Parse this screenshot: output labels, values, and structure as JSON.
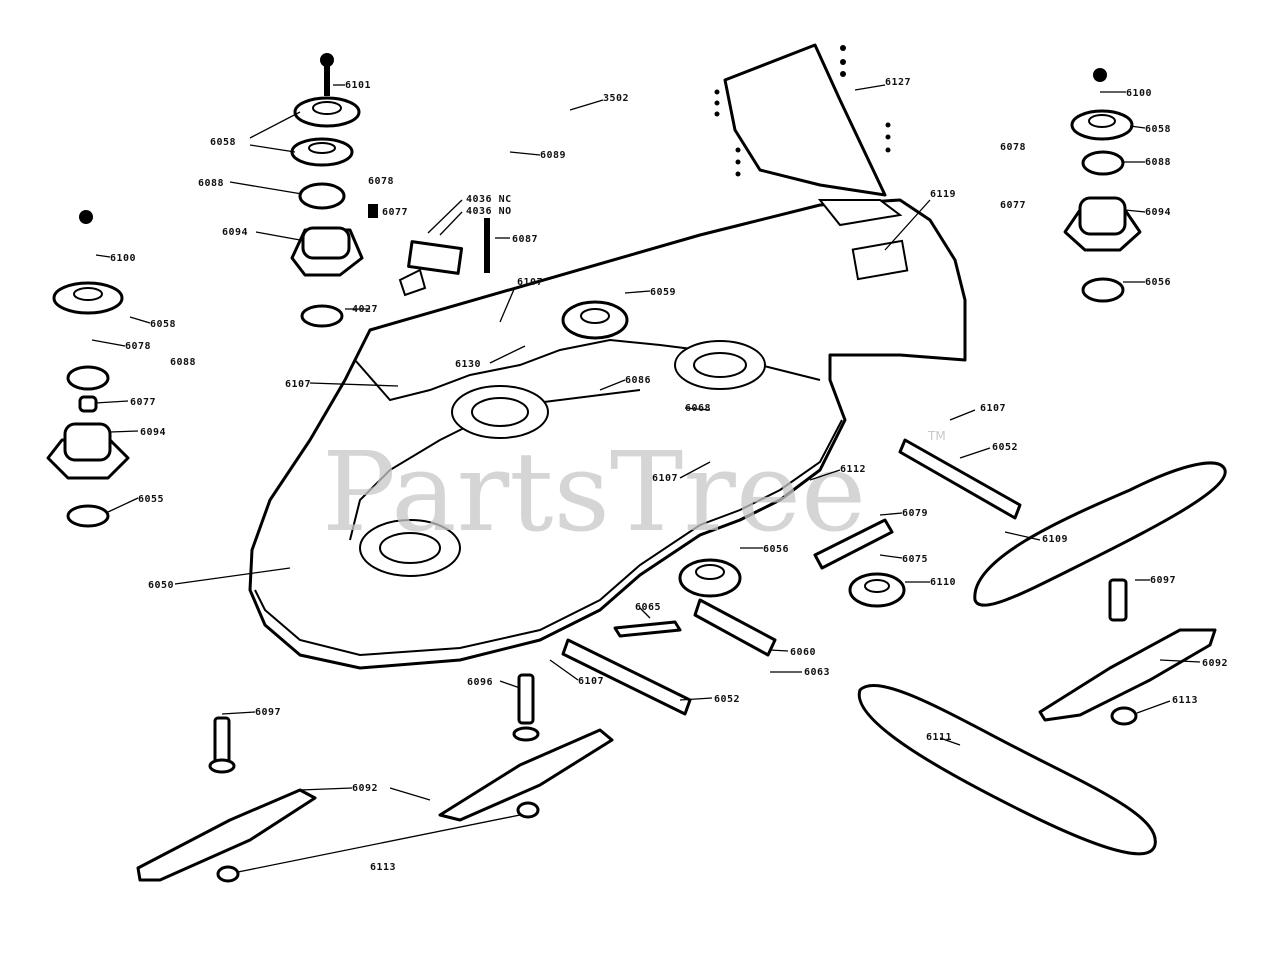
{
  "watermark": {
    "text": "PartsTree",
    "trademark": "TM"
  },
  "callouts": [
    {
      "id": "c6101",
      "text": "6101"
    },
    {
      "id": "c6058a",
      "text": "6058"
    },
    {
      "id": "c6088a",
      "text": "6088"
    },
    {
      "id": "c6078a",
      "text": "6078"
    },
    {
      "id": "c6077a",
      "text": "6077"
    },
    {
      "id": "c6094a",
      "text": "6094"
    },
    {
      "id": "c4036nc",
      "text": "4036 NC"
    },
    {
      "id": "c4036no",
      "text": "4036 NO"
    },
    {
      "id": "c4027",
      "text": "4027"
    },
    {
      "id": "c6087",
      "text": "6087"
    },
    {
      "id": "c6089",
      "text": "6089"
    },
    {
      "id": "c3502",
      "text": "3502"
    },
    {
      "id": "c6127",
      "text": "6127"
    },
    {
      "id": "c6100a",
      "text": "6100"
    },
    {
      "id": "c6058b",
      "text": "6058"
    },
    {
      "id": "c6078b",
      "text": "6078"
    },
    {
      "id": "c6088b",
      "text": "6088"
    },
    {
      "id": "c6077b",
      "text": "6077"
    },
    {
      "id": "c6094b",
      "text": "6094"
    },
    {
      "id": "c6056a",
      "text": "6056"
    },
    {
      "id": "c6119",
      "text": "6119"
    },
    {
      "id": "c6100b",
      "text": "6100"
    },
    {
      "id": "c6058c",
      "text": "6058"
    },
    {
      "id": "c6078c",
      "text": "6078"
    },
    {
      "id": "c6088c",
      "text": "6088"
    },
    {
      "id": "c6077c",
      "text": "6077"
    },
    {
      "id": "c6094c",
      "text": "6094"
    },
    {
      "id": "c6055",
      "text": "6055"
    },
    {
      "id": "c6107a",
      "text": "6107"
    },
    {
      "id": "c6059",
      "text": "6059"
    },
    {
      "id": "c6130",
      "text": "6130"
    },
    {
      "id": "c6107b",
      "text": "6107"
    },
    {
      "id": "c6086",
      "text": "6086"
    },
    {
      "id": "c6068",
      "text": "6068"
    },
    {
      "id": "c6107c",
      "text": "6107"
    },
    {
      "id": "c6107d",
      "text": "6107"
    },
    {
      "id": "c6052a",
      "text": "6052"
    },
    {
      "id": "c6112",
      "text": "6112"
    },
    {
      "id": "c6109",
      "text": "6109"
    },
    {
      "id": "c6079",
      "text": "6079"
    },
    {
      "id": "c6075",
      "text": "6075"
    },
    {
      "id": "c6110",
      "text": "6110"
    },
    {
      "id": "c6097a",
      "text": "6097"
    },
    {
      "id": "c6092a",
      "text": "6092"
    },
    {
      "id": "c6113a",
      "text": "6113"
    },
    {
      "id": "c6050",
      "text": "6050"
    },
    {
      "id": "c6056b",
      "text": "6056"
    },
    {
      "id": "c6065",
      "text": "6065"
    },
    {
      "id": "c6060",
      "text": "6060"
    },
    {
      "id": "c6063",
      "text": "6063"
    },
    {
      "id": "c6107e",
      "text": "6107"
    },
    {
      "id": "c6052b",
      "text": "6052"
    },
    {
      "id": "c6096",
      "text": "6096"
    },
    {
      "id": "c6097b",
      "text": "6097"
    },
    {
      "id": "c6092b",
      "text": "6092"
    },
    {
      "id": "c6113b",
      "text": "6113"
    },
    {
      "id": "c6111",
      "text": "6111"
    }
  ]
}
